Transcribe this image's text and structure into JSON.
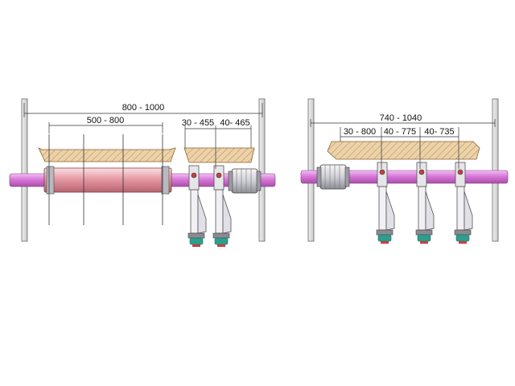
{
  "left_view": {
    "dimensions": {
      "overall": "800 - 1000",
      "roller": "500 - 800",
      "spacing_1": "30 - 455",
      "spacing_2": "40- 465"
    }
  },
  "right_view": {
    "dimensions": {
      "overall": "740 - 1040",
      "spacing_1": "30 - 800",
      "spacing_2": "40 - 775",
      "spacing_3": "40- 735"
    }
  },
  "colors": {
    "shaft": "#d877d8",
    "roller": "#e7a2aa",
    "wall": "#d8d8d8",
    "table": "#ecd2a8",
    "foot": "#2e9e8e",
    "bracket": "#e6e6ea"
  }
}
